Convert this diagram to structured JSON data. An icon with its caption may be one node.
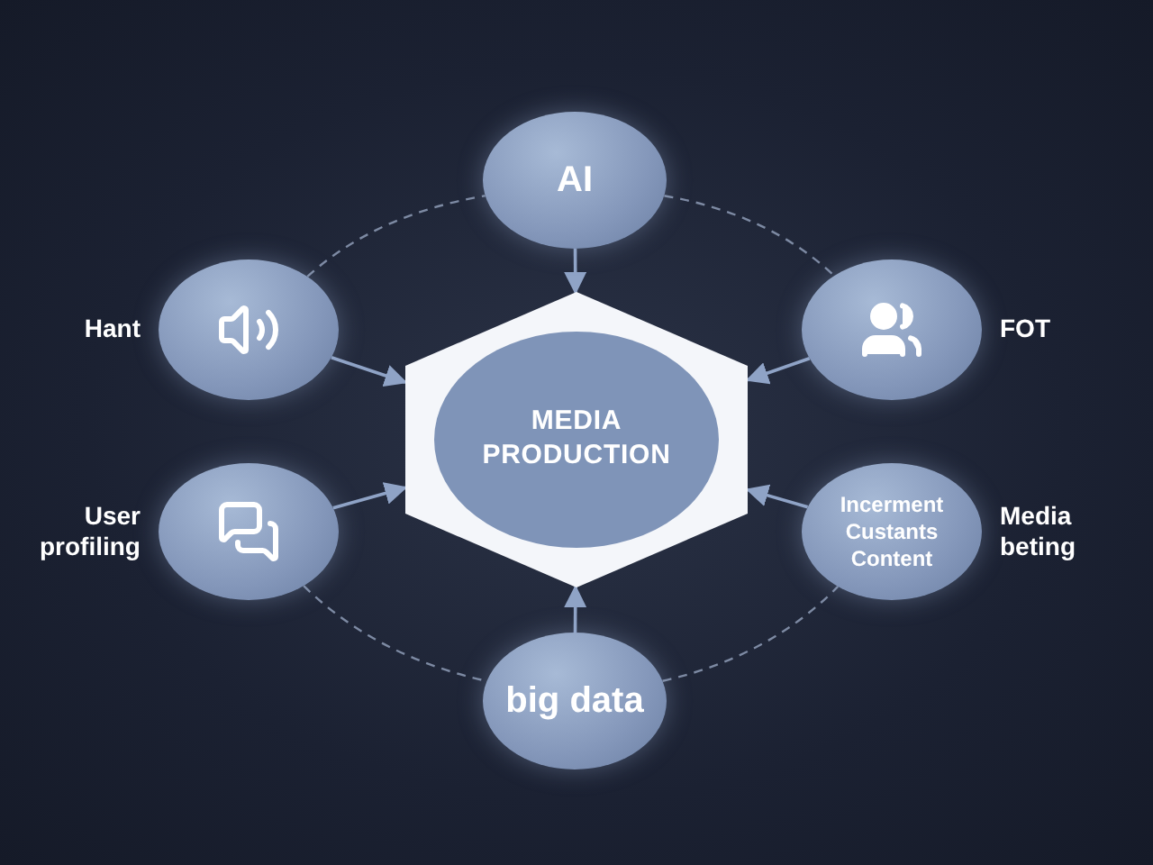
{
  "diagram": {
    "nodes": [
      {
        "text": [
          "AI"
        ]
      },
      {
        "text": [],
        "shape": "circle",
        "beside": [
          "Hant"
        ]
      },
      {
        "text": [],
        "shape": "circle",
        "beside": [
          "FOT"
        ]
      },
      {
        "text": [
          "MEDIA PRODUCTION"
        ]
      },
      {
        "text": [],
        "shape": "circle",
        "beside": [
          "User profiling"
        ]
      },
      {
        "text": [
          "Incerment Custants Content"
        ],
        "beside": [
          "Media beting"
        ]
      },
      {
        "text": [
          "big data"
        ]
      }
    ],
    "edges": [
      {
        "from": 0,
        "to": 3,
        "arrow": "to"
      },
      {
        "from": 1,
        "to": 3,
        "arrow": "to"
      },
      {
        "from": 2,
        "to": 3,
        "arrow": "to"
      },
      {
        "from": 4,
        "to": 3,
        "arrow": "to"
      },
      {
        "from": 5,
        "to": 3,
        "arrow": "to"
      },
      {
        "from": 6,
        "to": 3,
        "arrow": "to"
      },
      {
        "from": 1,
        "to": 0,
        "arrow": "none",
        "style": "dashed"
      },
      {
        "from": 0,
        "to": 2,
        "arrow": "none",
        "style": "dashed"
      },
      {
        "from": 4,
        "to": 6,
        "arrow": "none",
        "style": "dashed"
      },
      {
        "from": 6,
        "to": 5,
        "arrow": "none",
        "style": "dashed"
      }
    ]
  }
}
